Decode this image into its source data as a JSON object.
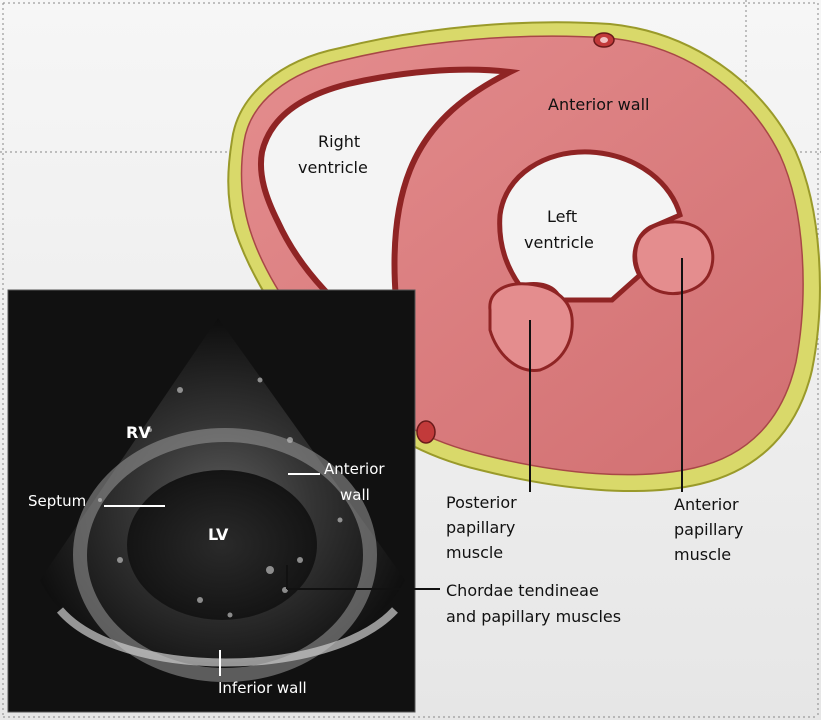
{
  "heart_labels": {
    "right_ventricle": [
      "Right",
      "ventricle"
    ],
    "left_ventricle": [
      "Left",
      "ventricle"
    ],
    "anterior_wall": "Anterior wall",
    "posterior_papillary": [
      "Posterior",
      "papillary",
      "muscle"
    ],
    "anterior_papillary": [
      "Anterior",
      "papillary",
      "muscle"
    ],
    "chordae": [
      "Chordae tendineae",
      "and papillary muscles"
    ]
  },
  "echo_labels": {
    "rv": "RV",
    "lv": "LV",
    "septum": "Septum",
    "anterior_wall": [
      "Anterior",
      "wall"
    ],
    "inferior_wall": "Inferior wall"
  },
  "colors": {
    "myocardium": "#e07f80",
    "myocardium_dark": "#8f2424",
    "epicardial_fat": "#dede78",
    "echo_bg": "#111111"
  }
}
